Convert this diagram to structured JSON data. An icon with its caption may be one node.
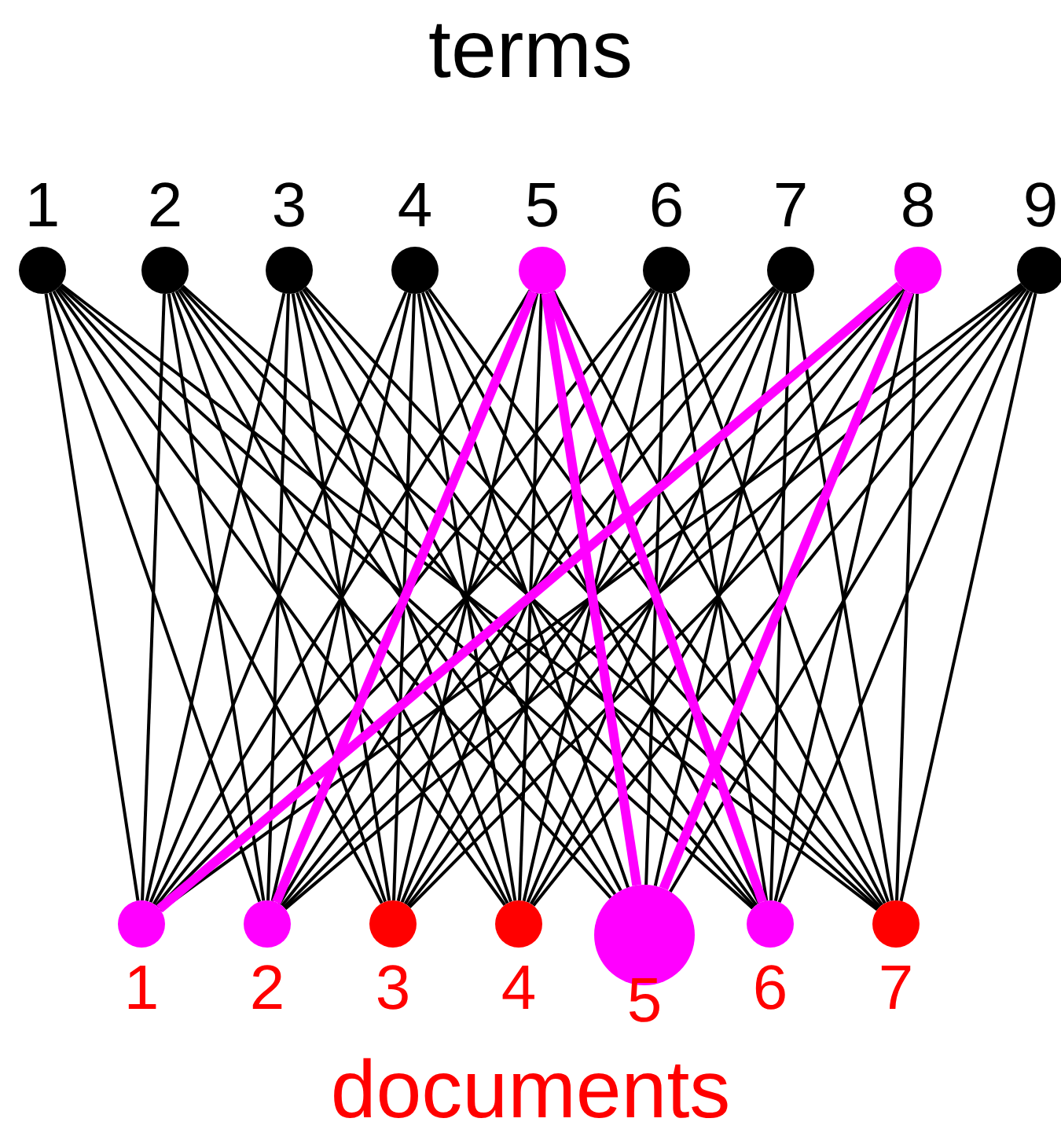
{
  "diagram": {
    "nodes": [
      {
        "text": [
          "1"
        ]
      },
      {
        "text": [
          "2"
        ]
      },
      {
        "text": [
          "3"
        ]
      },
      {
        "text": [
          "4"
        ]
      },
      {
        "text": [
          "5"
        ]
      },
      {
        "text": [
          "6"
        ]
      },
      {
        "text": [
          "7"
        ]
      },
      {
        "text": [
          "8"
        ]
      },
      {
        "text": [
          "9"
        ]
      },
      {
        "text": [
          "1"
        ]
      },
      {
        "text": [
          "2"
        ]
      },
      {
        "text": [
          "3"
        ]
      },
      {
        "text": [
          "4"
        ]
      },
      {
        "text": [
          "5"
        ]
      },
      {
        "text": [
          "6"
        ]
      },
      {
        "text": [
          "7"
        ]
      }
    ],
    "edges": [
      {
        "from": 0,
        "to": 9,
        "arrow": "none"
      },
      {
        "from": 0,
        "to": 10,
        "arrow": "none"
      },
      {
        "from": 0,
        "to": 11,
        "arrow": "none"
      },
      {
        "from": 0,
        "to": 12,
        "arrow": "none"
      },
      {
        "from": 0,
        "to": 13,
        "arrow": "none"
      },
      {
        "from": 0,
        "to": 14,
        "arrow": "none"
      },
      {
        "from": 0,
        "to": 15,
        "arrow": "none"
      },
      {
        "from": 1,
        "to": 9,
        "arrow": "none"
      },
      {
        "from": 1,
        "to": 10,
        "arrow": "none"
      },
      {
        "from": 1,
        "to": 11,
        "arrow": "none"
      },
      {
        "from": 1,
        "to": 12,
        "arrow": "none"
      },
      {
        "from": 1,
        "to": 13,
        "arrow": "none"
      },
      {
        "from": 1,
        "to": 14,
        "arrow": "none"
      },
      {
        "from": 1,
        "to": 15,
        "arrow": "none"
      },
      {
        "from": 2,
        "to": 9,
        "arrow": "none"
      },
      {
        "from": 2,
        "to": 10,
        "arrow": "none"
      },
      {
        "from": 2,
        "to": 11,
        "arrow": "none"
      },
      {
        "from": 2,
        "to": 12,
        "arrow": "none"
      },
      {
        "from": 2,
        "to": 13,
        "arrow": "none"
      },
      {
        "from": 2,
        "to": 14,
        "arrow": "none"
      },
      {
        "from": 2,
        "to": 15,
        "arrow": "none"
      },
      {
        "from": 3,
        "to": 9,
        "arrow": "none"
      },
      {
        "from": 3,
        "to": 10,
        "arrow": "none"
      },
      {
        "from": 3,
        "to": 11,
        "arrow": "none"
      },
      {
        "from": 3,
        "to": 12,
        "arrow": "none"
      },
      {
        "from": 3,
        "to": 13,
        "arrow": "none"
      },
      {
        "from": 3,
        "to": 14,
        "arrow": "none"
      },
      {
        "from": 3,
        "to": 15,
        "arrow": "none"
      },
      {
        "from": 4,
        "to": 9,
        "arrow": "none"
      },
      {
        "from": 4,
        "to": 10,
        "arrow": "none",
        "style": "thick",
        "color": "#ff00ff"
      },
      {
        "from": 4,
        "to": 11,
        "arrow": "none"
      },
      {
        "from": 4,
        "to": 12,
        "arrow": "none"
      },
      {
        "from": 4,
        "to": 13,
        "arrow": "none",
        "style": "thick",
        "color": "#ff00ff"
      },
      {
        "from": 4,
        "to": 14,
        "arrow": "none",
        "style": "thick",
        "color": "#ff00ff"
      },
      {
        "from": 4,
        "to": 15,
        "arrow": "none"
      },
      {
        "from": 5,
        "to": 9,
        "arrow": "none"
      },
      {
        "from": 5,
        "to": 10,
        "arrow": "none"
      },
      {
        "from": 5,
        "to": 11,
        "arrow": "none"
      },
      {
        "from": 5,
        "to": 12,
        "arrow": "none"
      },
      {
        "from": 5,
        "to": 13,
        "arrow": "none"
      },
      {
        "from": 5,
        "to": 14,
        "arrow": "none"
      },
      {
        "from": 5,
        "to": 15,
        "arrow": "none"
      },
      {
        "from": 6,
        "to": 9,
        "arrow": "none"
      },
      {
        "from": 6,
        "to": 10,
        "arrow": "none"
      },
      {
        "from": 6,
        "to": 11,
        "arrow": "none"
      },
      {
        "from": 6,
        "to": 12,
        "arrow": "none"
      },
      {
        "from": 6,
        "to": 13,
        "arrow": "none"
      },
      {
        "from": 6,
        "to": 14,
        "arrow": "none"
      },
      {
        "from": 6,
        "to": 15,
        "arrow": "none"
      },
      {
        "from": 7,
        "to": 9,
        "arrow": "none",
        "style": "thick",
        "color": "#ff00ff"
      },
      {
        "from": 7,
        "to": 10,
        "arrow": "none"
      },
      {
        "from": 7,
        "to": 11,
        "arrow": "none"
      },
      {
        "from": 7,
        "to": 12,
        "arrow": "none"
      },
      {
        "from": 7,
        "to": 13,
        "arrow": "none",
        "style": "thick",
        "color": "#ff00ff"
      },
      {
        "from": 7,
        "to": 14,
        "arrow": "none"
      },
      {
        "from": 7,
        "to": 15,
        "arrow": "none"
      },
      {
        "from": 8,
        "to": 9,
        "arrow": "none"
      },
      {
        "from": 8,
        "to": 10,
        "arrow": "none"
      },
      {
        "from": 8,
        "to": 11,
        "arrow": "none"
      },
      {
        "from": 8,
        "to": 12,
        "arrow": "none"
      },
      {
        "from": 8,
        "to": 13,
        "arrow": "none"
      },
      {
        "from": 8,
        "to": 14,
        "arrow": "none"
      },
      {
        "from": 8,
        "to": 15,
        "arrow": "none"
      }
    ],
    "labels": [
      "terms",
      "documents"
    ]
  }
}
